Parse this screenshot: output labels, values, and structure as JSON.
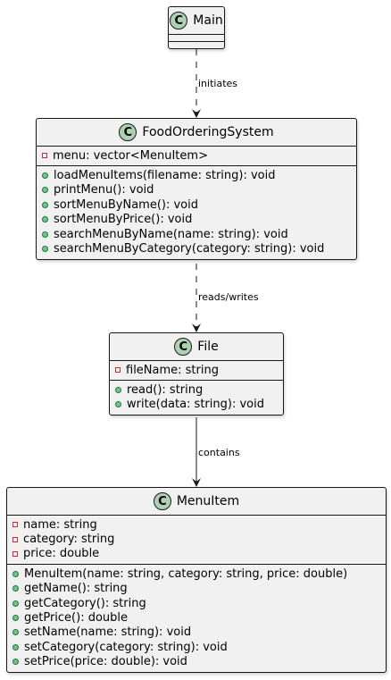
{
  "classes": {
    "main": {
      "stereotype": "C",
      "name": "Main",
      "attributes": [],
      "methods": []
    },
    "food_ordering_system": {
      "stereotype": "C",
      "name": "FoodOrderingSystem",
      "attributes": [
        {
          "visibility": "private",
          "text": "menu: vector<MenuItem>"
        }
      ],
      "methods": [
        {
          "visibility": "public",
          "text": "loadMenuItems(filename: string): void"
        },
        {
          "visibility": "public",
          "text": "printMenu(): void"
        },
        {
          "visibility": "public",
          "text": "sortMenuByName(): void"
        },
        {
          "visibility": "public",
          "text": "sortMenuByPrice(): void"
        },
        {
          "visibility": "public",
          "text": "searchMenuByName(name: string): void"
        },
        {
          "visibility": "public",
          "text": "searchMenuByCategory(category: string): void"
        }
      ]
    },
    "file": {
      "stereotype": "C",
      "name": "File",
      "attributes": [
        {
          "visibility": "private",
          "text": "fileName: string"
        }
      ],
      "methods": [
        {
          "visibility": "public",
          "text": "read(): string"
        },
        {
          "visibility": "public",
          "text": "write(data: string): void"
        }
      ]
    },
    "menu_item": {
      "stereotype": "C",
      "name": "MenuItem",
      "attributes": [
        {
          "visibility": "private",
          "text": "name: string"
        },
        {
          "visibility": "private",
          "text": "category: string"
        },
        {
          "visibility": "private",
          "text": "price: double"
        }
      ],
      "methods": [
        {
          "visibility": "public",
          "text": "MenuItem(name: string, category: string, price: double)"
        },
        {
          "visibility": "public",
          "text": "getName(): string"
        },
        {
          "visibility": "public",
          "text": "getCategory(): string"
        },
        {
          "visibility": "public",
          "text": "getPrice(): double"
        },
        {
          "visibility": "public",
          "text": "setName(name: string): void"
        },
        {
          "visibility": "public",
          "text": "setCategory(category: string): void"
        },
        {
          "visibility": "public",
          "text": "setPrice(price: double): void"
        }
      ]
    }
  },
  "relations": {
    "main_to_system": {
      "label": "initiates",
      "style": "dashed"
    },
    "system_to_file": {
      "label": "reads/writes",
      "style": "dashed"
    },
    "file_to_menuitem": {
      "label": "contains",
      "style": "solid"
    }
  },
  "colors": {
    "class_fill": "#f1f1f1",
    "border": "#181818",
    "badge_fill": "#add1b2",
    "private_marker": "#c82930",
    "public_marker_fill": "#84be84",
    "public_marker_border": "#038048"
  }
}
